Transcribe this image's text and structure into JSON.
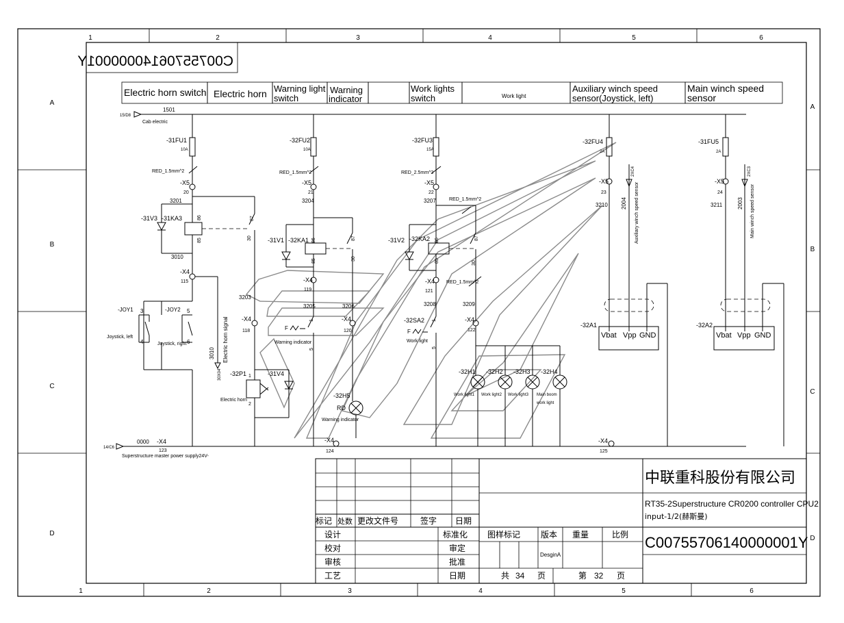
{
  "drawing_code_mirrored": "C00755706140000001Y",
  "zones": {
    "columns_top": [
      "1",
      "2",
      "3",
      "4",
      "5",
      "6"
    ],
    "columns_bottom": [
      "1",
      "2",
      "3",
      "4",
      "5",
      "6"
    ],
    "rows_left": [
      "A",
      "B",
      "C",
      "D"
    ],
    "rows_right": [
      "A",
      "B",
      "C",
      "D"
    ]
  },
  "header_cells": {
    "electric_horn_switch": "Electric horn switch",
    "electric_horn": "Electric horn",
    "warning_light_switch_1": "Warning light",
    "warning_light_switch_2": "switch",
    "warning_indicator_1": "Warning",
    "warning_indicator_2": "indicator",
    "work_lights_switch_1": "Work lights",
    "work_lights_switch_2": "switch",
    "work_light": "Work light",
    "aux_winch_1": "Auxiliary winch speed",
    "aux_winch_2": "sensor(Joystick, left)",
    "main_winch_1": "Main winch speed",
    "main_winch_2": "sensor"
  },
  "labels": {
    "ref_15": "15/D8",
    "wire_1501": "1501",
    "cab_electric": "Cab electric",
    "fu1": "-31FU1",
    "fu1_rating": "10A",
    "fu2": "-32FU2",
    "fu2_rating": "10A",
    "fu3": "-32FU3",
    "fu3_rating": "15A",
    "fu4": "-32FU4",
    "fu4_rating": "2A",
    "fu5": "-31FU5",
    "fu5_rating": "2A",
    "red1": "RED_1.5mm^2",
    "red2": "RED_1.5mm^2",
    "red3": "RED_2.5mm^2",
    "red4": "RED_1.5mm^2",
    "red5": "RED_1.5mm^2",
    "x5": "-X5",
    "x5_20": "20",
    "x5_21": "21",
    "x5_22": "22",
    "x5_23": "23",
    "x5_24": "24",
    "w3201": "3201",
    "w3204": "3204",
    "w3207": "3207",
    "w3210": "3210",
    "w3211": "3211",
    "w3010a": "3010",
    "w3203": "3203",
    "w3205": "3205",
    "w3206": "3206",
    "w3208": "3208",
    "w3209": "3209",
    "w3010b": "3010",
    "w2004": "2004",
    "w2003": "2003",
    "v3": "-31V3",
    "ka3": "-31KA3",
    "v1": "-31V1",
    "ka1": "-32KA1",
    "v2": "-31V2",
    "ka2": "-32KA2",
    "pin86": "86",
    "pin85": "85",
    "pin87": "87",
    "pin30": "30",
    "x4": "-X4",
    "x4_115": "115",
    "x4_119": "119",
    "x4_121": "121",
    "x4_118": "118",
    "x4_120": "120",
    "x4_122": "122",
    "x4_123": "123",
    "x4_124": "124",
    "x4_125": "125",
    "joy1": "-JOY1",
    "joy2": "-JOY2",
    "joy_left": "Joystick, left",
    "joy_right": "Joystick, right",
    "pin3": "3",
    "pin4": "4",
    "pin5": "5",
    "pin6": "6",
    "pin1": "1",
    "pin2": "2",
    "horn_signal": "Electric horn signal",
    "ref_30x4": "30X04",
    "sa2": "-32SA2",
    "warn_ind_small": "Warning indicator",
    "work_light_small": "Work light",
    "p1": "-32P1",
    "v4": "-31V4",
    "electric_horn_small": "Electric horn",
    "h5": "-32H5",
    "rd": "RD",
    "h5_label": "Warning indicator",
    "h1": "-32H1",
    "h2": "-32H2",
    "h3": "-32H3",
    "h4": "-32H4",
    "wl1": "Work light1",
    "wl2": "Work light2",
    "wl3": "Work light3",
    "mb1": "Main boom",
    "mb2": "work light",
    "a1": "-32A1",
    "a2": "-32A2",
    "vbat": "Vbat",
    "vpp": "Vpp",
    "gnd": "GND",
    "ref_2xc4": "2XC4",
    "ref_2xc3": "2XC3",
    "aux_sensor_v": "Auxiliary winch speed sensor",
    "main_sensor_v": "Main winch speed sensor",
    "ref_14": "14/C6",
    "w0000": "0000",
    "supply": "Superstructure master power supply24V-"
  },
  "title_block": {
    "company": "中联重科股份有限公司",
    "title_1": "RT35-2Superstructure CR0200 controller CPU2",
    "title_2": "input-1/2(赫斯曼)",
    "drawing_code": "C00755706140000001Y",
    "rev_mark": "标记",
    "rev_count": "处数",
    "rev_doc": "更改文件号",
    "rev_sign": "签字",
    "rev_date": "日期",
    "design": "设计",
    "check": "校对",
    "review": "审核",
    "process": "工艺",
    "standard": "标准化",
    "approve_1": "审定",
    "approve_2": "批准",
    "date": "日期",
    "sample_mark": "图样标记",
    "version": "版本",
    "weight": "重量",
    "scale": "比例",
    "version_value": "DesginA",
    "total_1": "共",
    "total_n": "34",
    "total_2": "页",
    "page_1": "第",
    "page_n": "32",
    "page_2": "页"
  }
}
